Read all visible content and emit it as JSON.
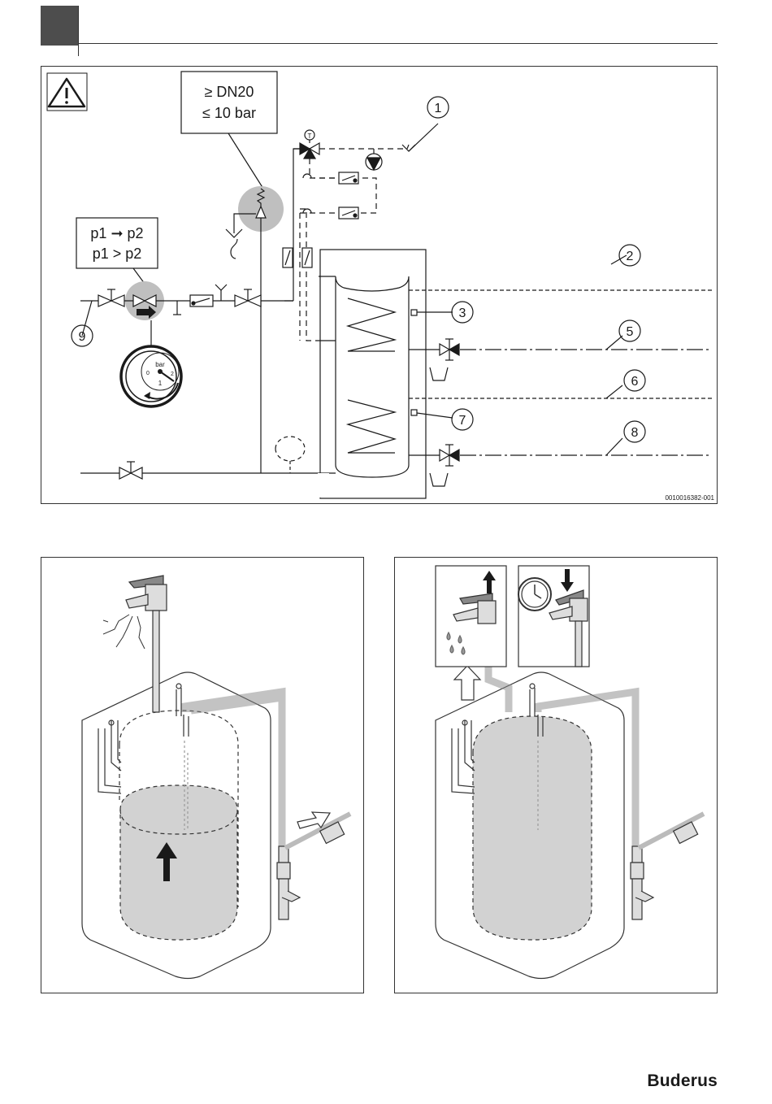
{
  "schematic": {
    "pipe_spec_line1": "≥ DN20",
    "pipe_spec_line2": "≤ 10 bar",
    "pressure_line1": "p1 ➞ p2",
    "pressure_line2": "p1 > p2",
    "gauge_unit": "bar",
    "gauge_ticks": [
      "0",
      "1",
      "2"
    ],
    "thermo_letter": "T",
    "callouts": [
      "1",
      "2",
      "3",
      "5",
      "6",
      "7",
      "8",
      "9"
    ],
    "figure_id": "0010016382-001"
  },
  "footer": {
    "brand": "Buderus"
  },
  "colors": {
    "header_block": "#4d4d4d",
    "highlight_gray": "#bfbfbf",
    "water_fill": "#d2d2d2",
    "pipe_gray": "#b0b0b0",
    "line": "#1a1a1a"
  }
}
